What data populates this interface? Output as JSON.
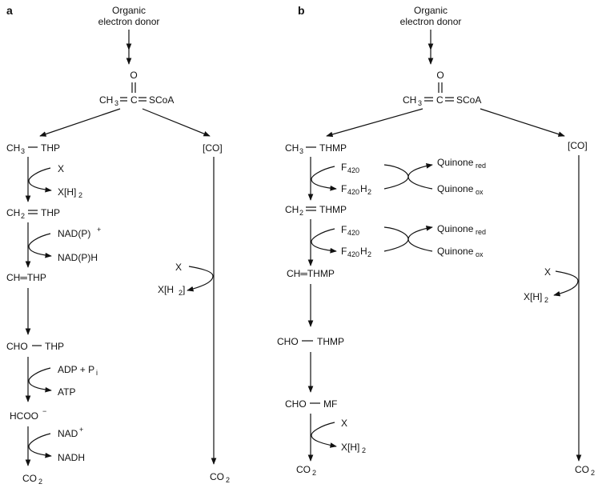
{
  "panel_a": {
    "label": "a",
    "donor_line1": "Organic",
    "donor_line2": "electron donor",
    "acetyl_o": "O",
    "acetyl_ch": "CH",
    "acetyl_3": "3",
    "acetyl_c": "C",
    "acetyl_scoa": "SCoA",
    "ch3": "CH",
    "ch3_sub": "3",
    "ch3_carrier": "THP",
    "x1": "X",
    "xh2_1": "X[H]",
    "xh2_1_sub": "2",
    "ch2": "CH",
    "ch2_sub": "2",
    "ch2_carrier": "THP",
    "nadp": "NAD(P)",
    "nadp_sup": "+",
    "nadph": "NAD(P)H",
    "ch_carrier": "CH═THP",
    "cho": "CHO",
    "cho_carrier": "THP",
    "adp": "ADP + P",
    "adp_sub": "i",
    "atp": "ATP",
    "hcoo": "HCOO",
    "hcoo_sup": "−",
    "nad": "NAD",
    "nad_sup": "+",
    "nadh": "NADH",
    "co2_left": "CO",
    "co2_left_sub": "2",
    "co_branch": "[CO]",
    "x_right": "X",
    "xh2_right": "X[H",
    "xh2_right_sub": "2",
    "xh2_right_close": "]",
    "co2_right": "CO",
    "co2_right_sub": "2"
  },
  "panel_b": {
    "label": "b",
    "donor_line1": "Organic",
    "donor_line2": "electron donor",
    "acetyl_o": "O",
    "acetyl_ch": "CH",
    "acetyl_3": "3",
    "acetyl_c": "C",
    "acetyl_scoa": "SCoA",
    "ch3": "CH",
    "ch3_sub": "3",
    "ch3_carrier": "THMP",
    "f420_1": "F",
    "f420_1_sub": "420",
    "f420h2_1": "F",
    "f420h2_1_sub": "420",
    "f420h2_1_h": "H",
    "f420h2_1_hsub": "2",
    "quinone_red_1": "Quinone",
    "quinone_red_1_sub": "red",
    "quinone_ox_1": "Quinone",
    "quinone_ox_1_sub": "ox",
    "ch2": "CH",
    "ch2_sub": "2",
    "ch2_carrier": "THMP",
    "f420_2": "F",
    "f420_2_sub": "420",
    "f420h2_2": "F",
    "f420h2_2_sub": "420",
    "f420h2_2_h": "H",
    "f420h2_2_hsub": "2",
    "quinone_red_2": "Quinone",
    "quinone_red_2_sub": "red",
    "quinone_ox_2": "Quinone",
    "quinone_ox_2_sub": "ox",
    "ch_carrier": "CH═THMP",
    "cho": "CHO",
    "cho_carrier": "THMP",
    "cho_mf": "CHO",
    "mf": "MF",
    "x_left": "X",
    "xh2_left": "X[H]",
    "xh2_left_sub": "2",
    "co2_left": "CO",
    "co2_left_sub": "2",
    "co_branch": "[CO]",
    "x_right": "X",
    "xh2_right": "X[H]",
    "xh2_right_sub": "2",
    "co2_right": "CO",
    "co2_right_sub": "2"
  }
}
